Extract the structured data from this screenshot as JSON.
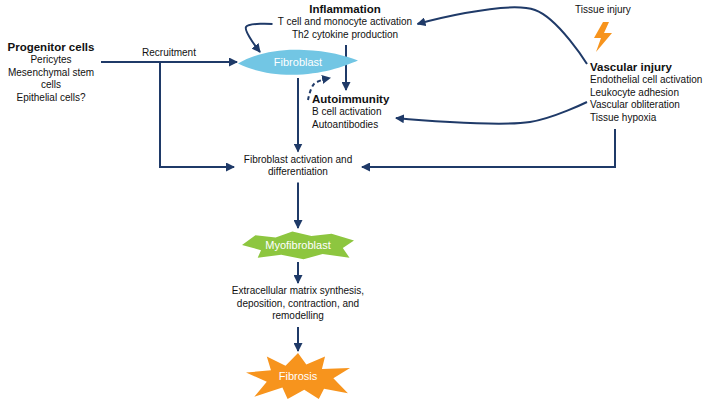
{
  "diagram": {
    "nodes": [
      {
        "text": [
          "Progenitor cells",
          "Pericytes",
          "Mesenchymal stem cells",
          "Epithelial cells?"
        ]
      },
      {
        "text": [
          "Inflammation",
          "T cell and monocyte activation",
          "Th2 cytokine production"
        ]
      },
      {
        "text": [
          "Fibroblast"
        ]
      },
      {
        "text": [
          "Autoimmunity",
          "B cell activation",
          "Autoantibodies"
        ]
      },
      {
        "text": [
          "Vascular injury",
          "Endothelial cell activation",
          "Leukocyte adhesion",
          "Vascular obliteration",
          "Tissue hypoxia"
        ]
      },
      {
        "text": [
          "Fibroblast activation and differentiation"
        ]
      },
      {
        "text": [
          "Myofibroblast"
        ]
      },
      {
        "text": [
          "Extracellular matrix synthesis, deposition, contraction, and remodelling"
        ]
      },
      {
        "text": [
          "Fibrosis"
        ]
      }
    ],
    "edges": [
      {
        "from": 0,
        "to": 2,
        "label": "Recruitment",
        "arrow": "to"
      },
      {
        "from": 0,
        "to": 5,
        "arrow": "to"
      },
      {
        "from": 1,
        "to": 2,
        "arrow": "to"
      },
      {
        "from": 4,
        "to": 1,
        "arrow": "to"
      },
      {
        "from": 4,
        "to": 3,
        "arrow": "to"
      },
      {
        "from": 1,
        "to": 3,
        "arrow": "to"
      },
      {
        "from": 3,
        "to": 2,
        "arrow": "to"
      },
      {
        "from": 2,
        "to": 5,
        "arrow": "to"
      },
      {
        "from": 4,
        "to": 5,
        "arrow": "to"
      },
      {
        "from": 5,
        "to": 6,
        "arrow": "to"
      },
      {
        "from": 6,
        "to": 7,
        "arrow": "to"
      },
      {
        "from": 7,
        "to": 8,
        "arrow": "to"
      }
    ],
    "labels": [
      "Tissue injury"
    ]
  }
}
